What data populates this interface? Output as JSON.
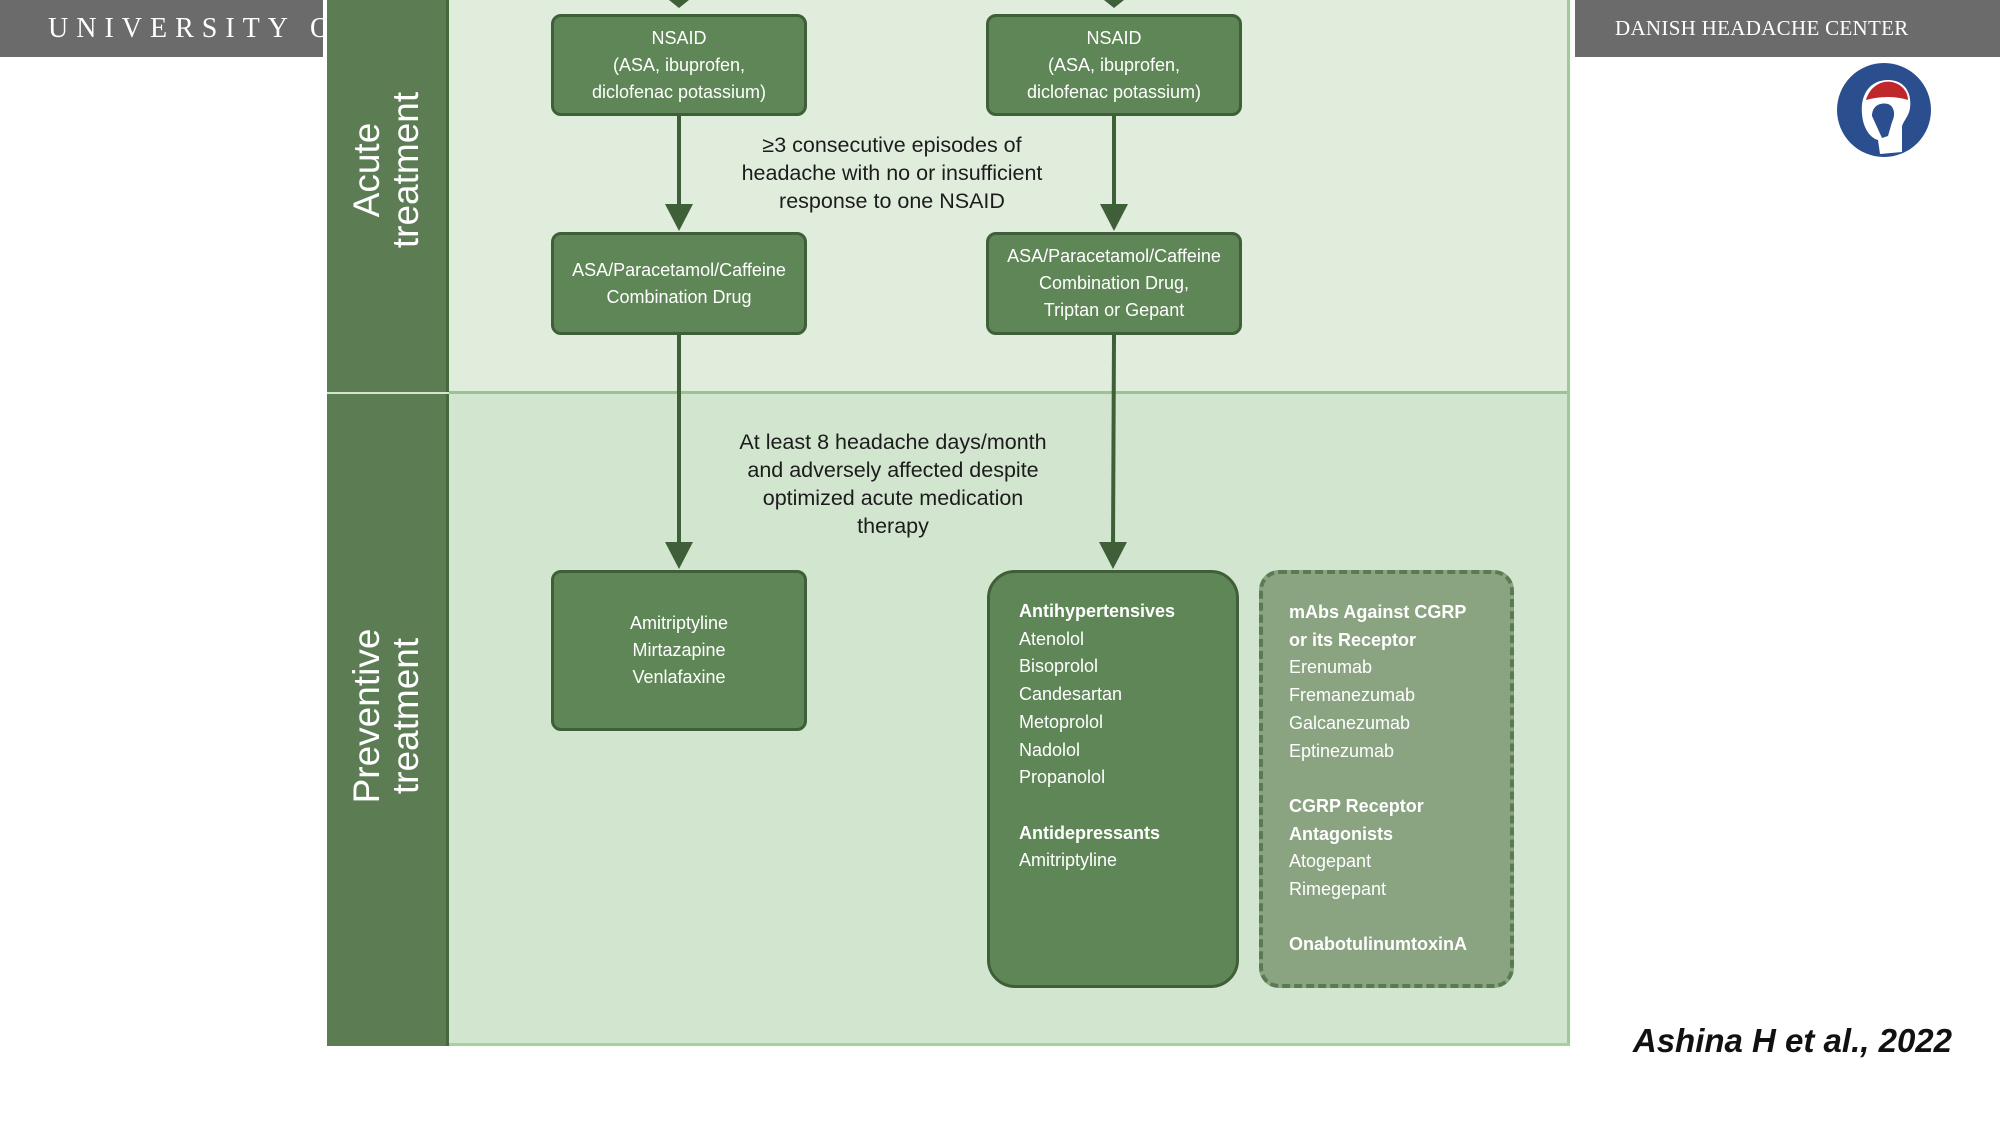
{
  "header": {
    "university_text": "UNIVERSITY O",
    "center_text": "DANISH HEADACHE CENTER"
  },
  "logo": {
    "icon": "headache-center-logo-icon",
    "colors": {
      "ring": "#2b4f8e",
      "accent": "#c0272d"
    }
  },
  "diagram": {
    "colors": {
      "sidebar": "#5c7d54",
      "box": "#5f8656",
      "box_dashed": "#8aa381",
      "acute_bg": "#e0eddc",
      "preventive_bg": "#d2e5cf"
    },
    "sections": {
      "acute": [
        "Acute",
        "treatment"
      ],
      "preventive": [
        "Preventive",
        "treatment"
      ]
    },
    "acute": {
      "nsaid_left": [
        "NSAID",
        "(ASA, ibuprofen,",
        "diclofenac potassium)"
      ],
      "nsaid_right": [
        "NSAID",
        "(ASA, ibuprofen,",
        "diclofenac potassium)"
      ],
      "condition": [
        "≥3 consecutive episodes of",
        "headache with no or insufficient",
        "response to one NSAID"
      ],
      "combo_left": [
        "ASA/Paracetamol/Caffeine",
        "Combination Drug"
      ],
      "combo_right": [
        "ASA/Paracetamol/Caffeine",
        "Combination Drug,",
        "Triptan or Gepant"
      ]
    },
    "preventive": {
      "condition": [
        "At least 8 headache days/month",
        "and adversely affected despite",
        "optimized acute medication",
        "therapy"
      ],
      "left_box": [
        "Amitriptyline",
        "Mirtazapine",
        "Venlafaxine"
      ],
      "middle_box": {
        "heading1": "Antihypertensives",
        "items1": [
          "Atenolol",
          "Bisoprolol",
          "Candesartan",
          "Metoprolol",
          "Nadolol",
          "Propanolol"
        ],
        "heading2": "Antidepressants",
        "items2": [
          "Amitriptyline"
        ]
      },
      "right_box": {
        "heading1": [
          "mAbs Against CGRP",
          "or its Receptor"
        ],
        "items1": [
          "Erenumab",
          "Fremanezumab",
          "Galcanezumab",
          "Eptinezumab"
        ],
        "heading2": [
          "CGRP Receptor",
          "Antagonists"
        ],
        "items2": [
          "Atogepant",
          "Rimegepant"
        ],
        "heading3": "OnabotulinumtoxinA"
      }
    }
  },
  "citation": "Ashina H et al., 2022"
}
